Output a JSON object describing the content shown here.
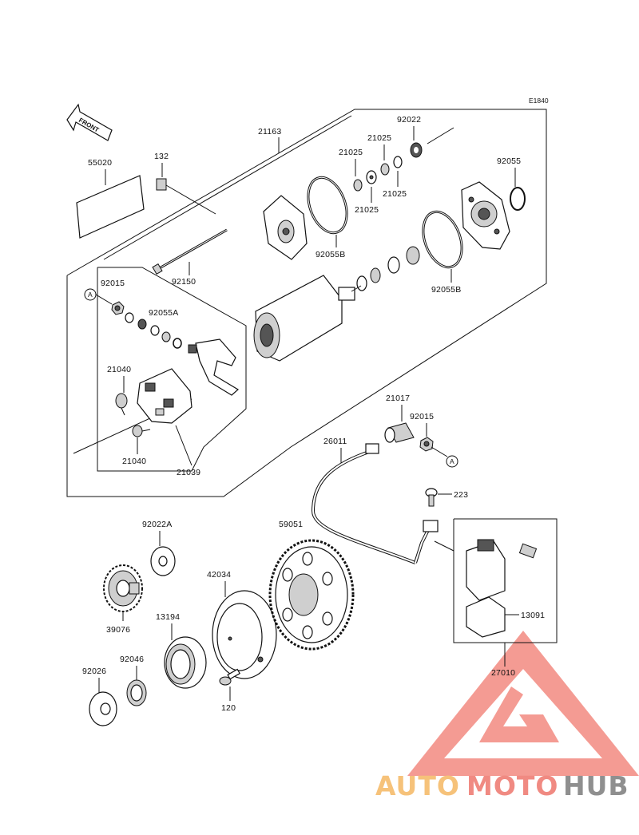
{
  "diagram_code": "E1840",
  "front_arrow": {
    "text": "FRONT",
    "icon": "front-arrow-icon"
  },
  "parts": {
    "p21163": "21163",
    "p92022": "92022",
    "p21025a": "21025",
    "p21025b": "21025",
    "p21025c": "21025",
    "p21025d": "21025",
    "p92055": "92055",
    "p55020": "55020",
    "p132": "132",
    "p92055b_top": "92055B",
    "p92055b_right": "92055B",
    "p92150": "92150",
    "p92015_left": "92015",
    "p92055a": "92055A",
    "p21040_top": "21040",
    "p21040_bottom": "21040",
    "p21039": "21039",
    "p21017": "21017",
    "p92015_right": "92015",
    "p26011": "26011",
    "p223": "223",
    "p59051": "59051",
    "p92022a": "92022A",
    "p42034": "42034",
    "p39076": "39076",
    "p13194": "13194",
    "p13091": "13091",
    "p92026": "92026",
    "p92046": "92046",
    "p120": "120",
    "p27010": "27010"
  },
  "ref_marks": {
    "left": "A",
    "right": "A"
  },
  "watermark": {
    "part1": "AUTO",
    "part2": "MOTO",
    "part3": "HUB",
    "colors": {
      "auto": "#f6c27a",
      "moto": "#f08a82",
      "hub": "#8f8f8f",
      "logo": "#f07a72"
    }
  }
}
